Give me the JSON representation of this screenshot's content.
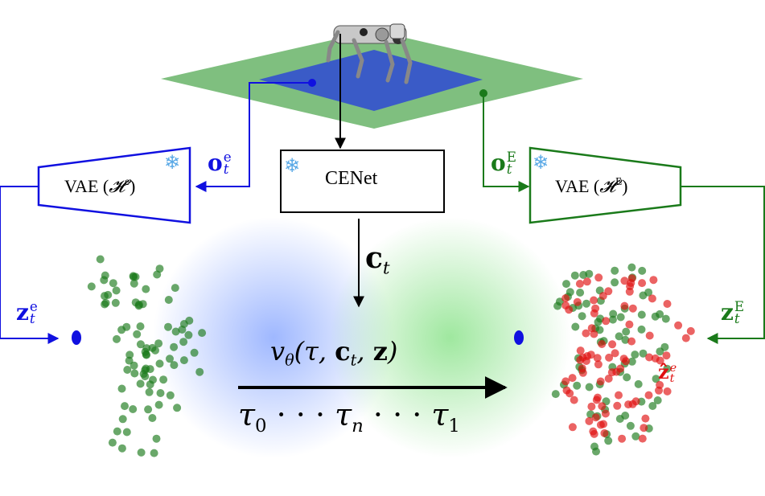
{
  "colors": {
    "blue": "#1010e0",
    "green": "#1a7a1a",
    "red": "#e01010",
    "outer_platform": "#7fbf7f",
    "inner_platform": "#3a5bc7"
  },
  "vae_left": {
    "text": "VAE (",
    "script": "𝓗",
    "sup": "e",
    "close": ")"
  },
  "vae_right": {
    "text": "VAE (",
    "script": "𝓗",
    "sup": "E",
    "close": ")"
  },
  "cenet": {
    "label": "CENet"
  },
  "labels": {
    "o_left": {
      "base": "o",
      "sub": "t",
      "sup": "e"
    },
    "o_right": {
      "base": "o",
      "sub": "t",
      "sup": "E"
    },
    "z_left": {
      "base": "z",
      "sub": "t",
      "sup": "e"
    },
    "z_right": {
      "base": "z",
      "sub": "t",
      "sup": "E"
    },
    "zhat": {
      "base": "ẑ",
      "sub": "t",
      "sup": "e"
    },
    "c": {
      "base": "c",
      "sub": "t"
    },
    "flow_func": {
      "v": "v",
      "theta": "θ",
      "args_open": "(τ, ",
      "c": "c",
      "c_sub": "t",
      "comma": ", ",
      "z": "z",
      "args_close": ")"
    },
    "tau_seq": {
      "t0": "τ",
      "t0_sub": "0",
      "dots1": " · · · ",
      "tn": "τ",
      "tn_sub": "n",
      "dots2": " · · · ",
      "t1": "τ",
      "t1_sub": "1"
    }
  },
  "icons": {
    "snowflake": "❄"
  }
}
